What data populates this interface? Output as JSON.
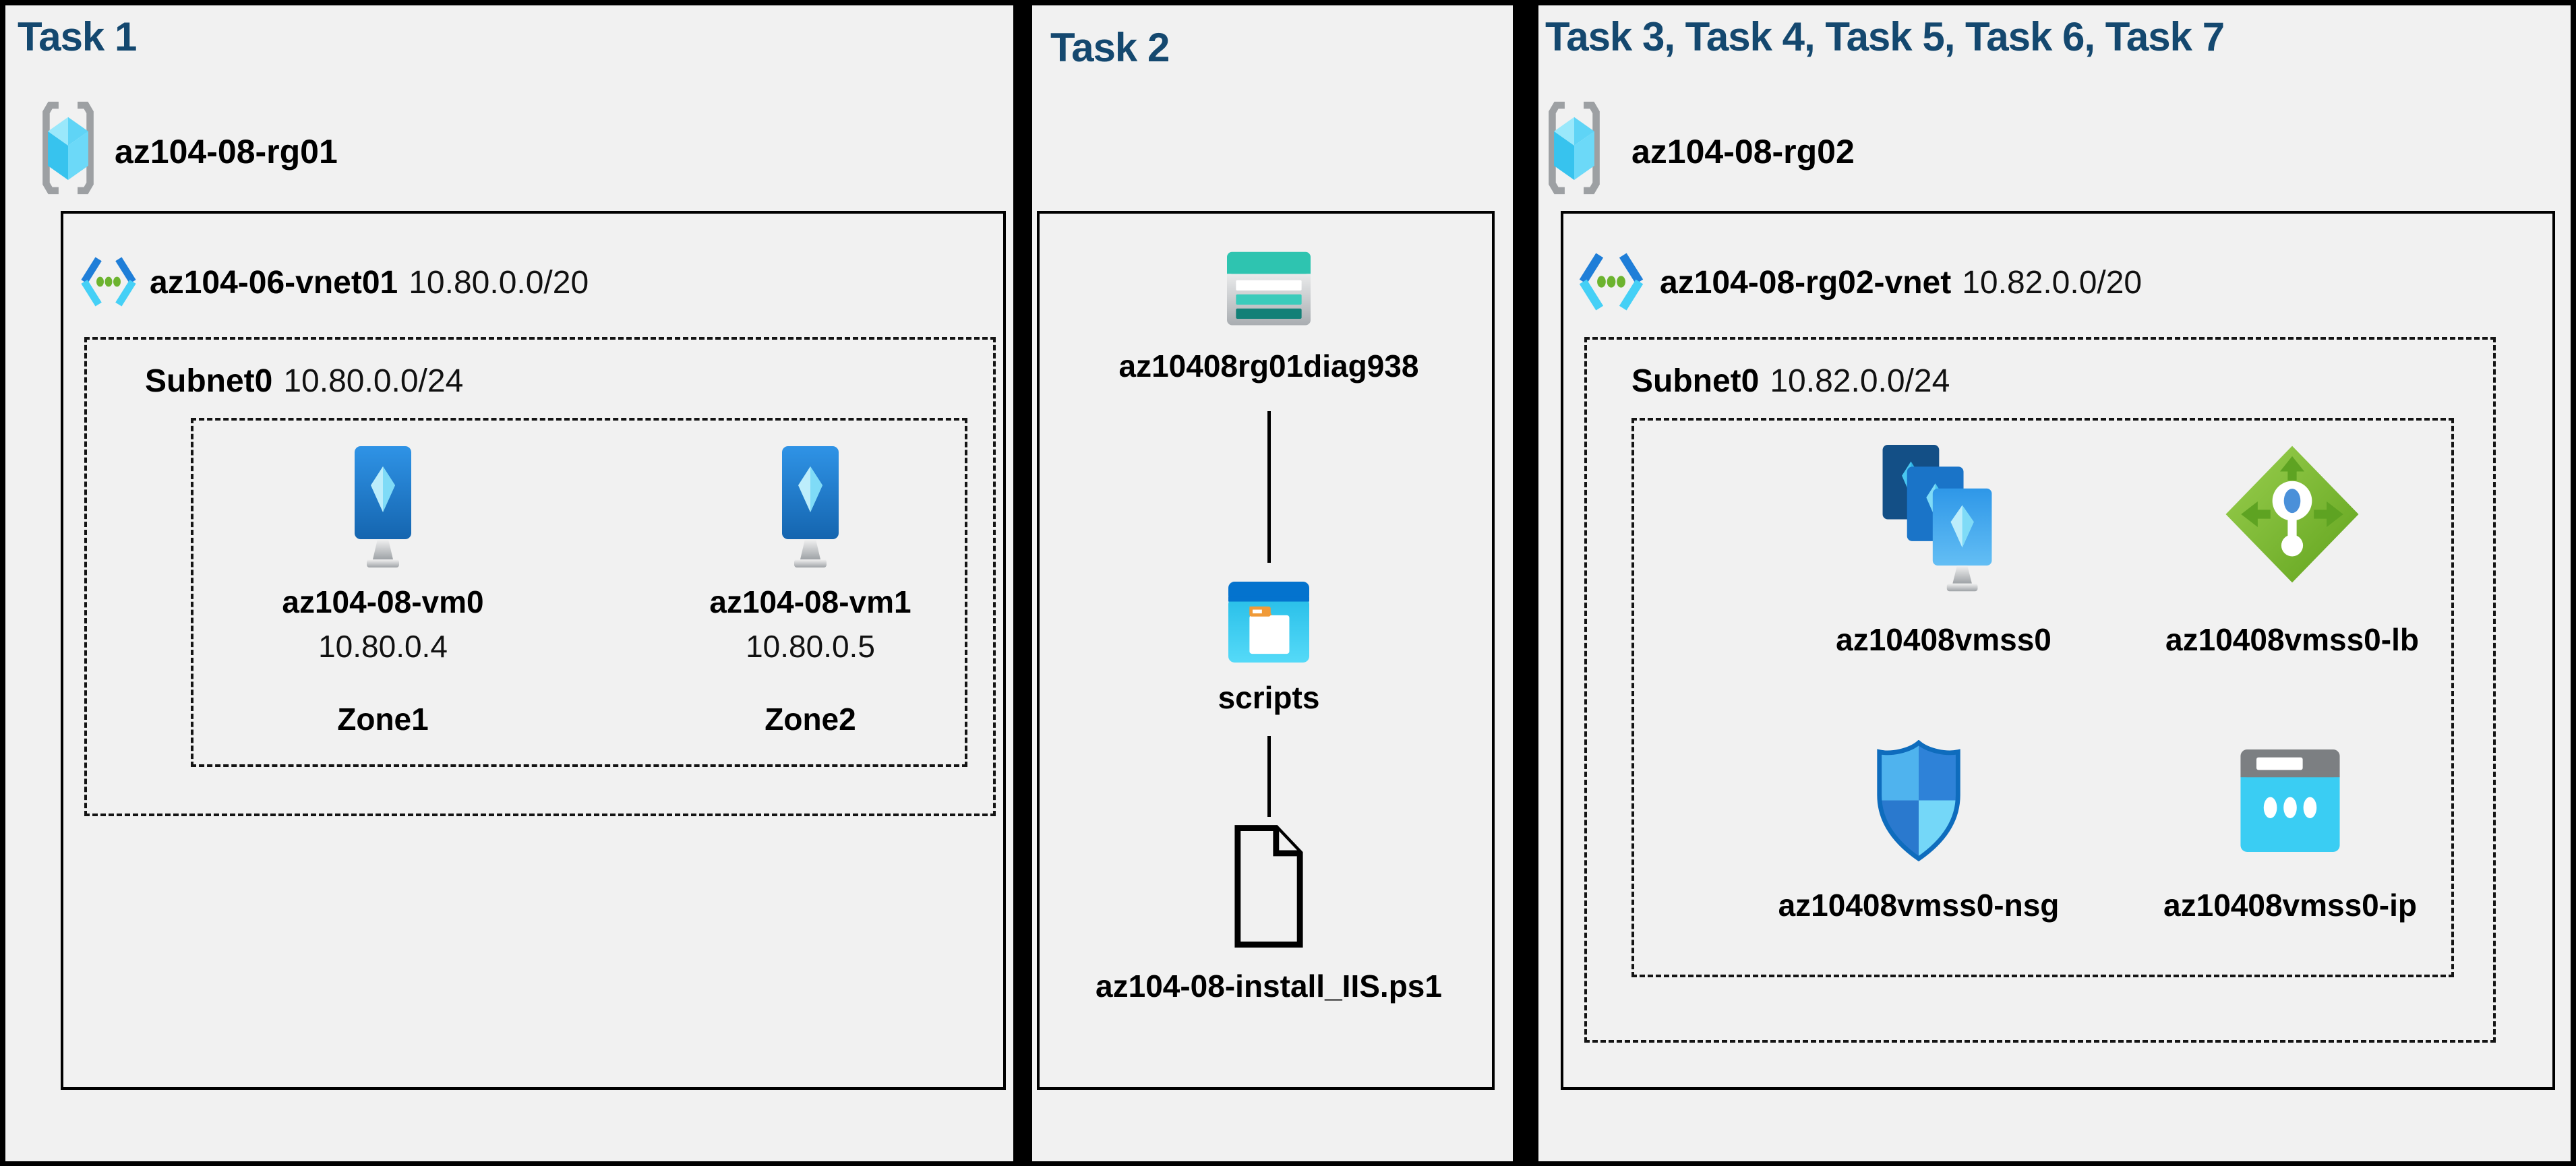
{
  "colors": {
    "canvas_bg": "#000000",
    "panel_bg": "#F1F1F1",
    "title_text": "#14486F",
    "label_text": "#000000"
  },
  "task1": {
    "title": "Task 1",
    "resource_group": "az104-08-rg01",
    "vnet": {
      "name": "az104-06-vnet01",
      "cidr": "10.80.0.0/20"
    },
    "subnet": {
      "name": "Subnet0",
      "cidr": "10.80.0.0/24"
    },
    "vms": [
      {
        "name": "az104-08-vm0",
        "ip": "10.80.0.4",
        "zone": "Zone1"
      },
      {
        "name": "az104-08-vm1",
        "ip": "10.80.0.5",
        "zone": "Zone2"
      }
    ]
  },
  "task2": {
    "title": "Task 2",
    "storage_account": "az10408rg01diag938",
    "container": "scripts",
    "file": "az104-08-install_IIS.ps1"
  },
  "task3": {
    "title": "Task 3, Task 4, Task 5, Task 6, Task 7",
    "resource_group": "az104-08-rg02",
    "vnet": {
      "name": "az104-08-rg02-vnet",
      "cidr": "10.82.0.0/20"
    },
    "subnet": {
      "name": "Subnet0",
      "cidr": "10.82.0.0/24"
    },
    "resources": [
      {
        "name": "az10408vmss0",
        "icon": "vm-scale-set-icon"
      },
      {
        "name": "az10408vmss0-lb",
        "icon": "load-balancer-icon"
      },
      {
        "name": "az10408vmss0-nsg",
        "icon": "network-security-group-icon"
      },
      {
        "name": "az10408vmss0-ip",
        "icon": "public-ip-icon"
      }
    ]
  }
}
